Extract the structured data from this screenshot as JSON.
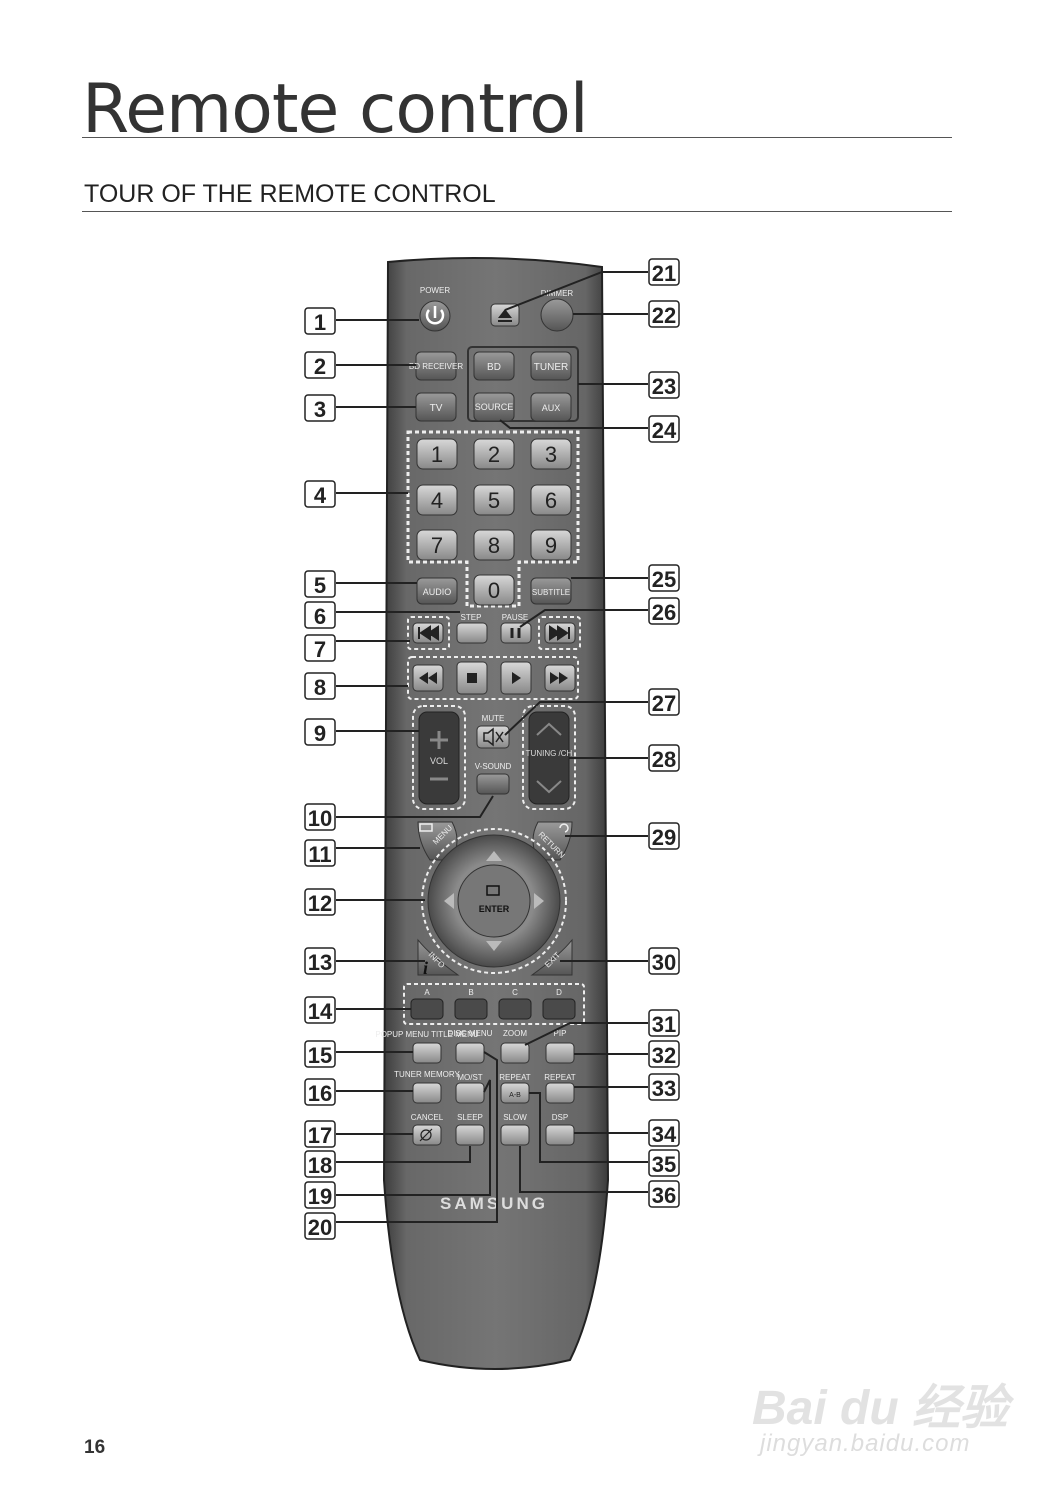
{
  "page": {
    "title": "Remote control",
    "section": "TOUR OF THE REMOTE CONTROL",
    "page_number": "16"
  },
  "remote": {
    "brand": "SAMSUNG",
    "labels": {
      "power": "POWER",
      "dimmer": "DIMMER",
      "receiver": "BD RECEIVER",
      "bd": "BD",
      "tuner": "TUNER",
      "tv": "TV",
      "source": "SOURCE",
      "aux": "AUX",
      "audio": "AUDIO",
      "subtitle": "SUBTITLE",
      "step": "STEP",
      "pause": "PAUSE",
      "mute": "MUTE",
      "vol": "VOL",
      "tuning": "TUNING /CH",
      "vsound": "V-SOUND",
      "menu": "MENU",
      "return": "RETURN",
      "enter": "ENTER",
      "info": "INFO",
      "exit": "EXIT",
      "a": "A",
      "b": "B",
      "c": "C",
      "d": "D",
      "popup": "POPUP MENU TITLE MENU",
      "discmenu": "DISC MENU",
      "zoom": "ZOOM",
      "pip": "PIP",
      "tunermem": "TUNER MEMORY",
      "most": "MO/ST",
      "repeat": "REPEAT",
      "repeatab": "REPEAT",
      "ab": "A-B",
      "cancel": "CANCEL",
      "sleep": "SLEEP",
      "slow": "SLOW",
      "dsp": "DSP"
    },
    "digits": [
      "1",
      "2",
      "3",
      "4",
      "5",
      "6",
      "7",
      "8",
      "9",
      "0"
    ]
  },
  "callouts_left": [
    "1",
    "2",
    "3",
    "4",
    "5",
    "6",
    "7",
    "8",
    "9",
    "10",
    "11",
    "12",
    "13",
    "14",
    "15",
    "16",
    "17",
    "18",
    "19",
    "20"
  ],
  "callouts_right": [
    "21",
    "22",
    "23",
    "24",
    "25",
    "26",
    "27",
    "28",
    "29",
    "30",
    "31",
    "32",
    "33",
    "34",
    "35",
    "36"
  ],
  "watermark": {
    "logo": "Bai du 经验",
    "url": "jingyan.baidu.com"
  }
}
